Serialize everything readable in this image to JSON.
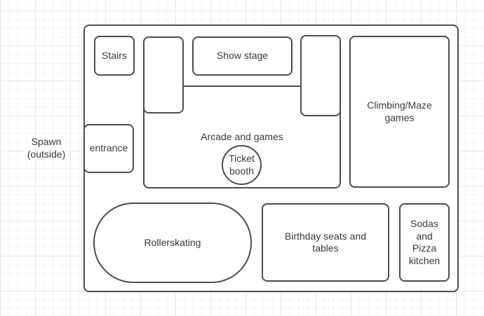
{
  "colors": {
    "stroke": "#4d4d4d",
    "text": "#3a3a3a",
    "shape_fill": "#ffffff",
    "grid_minor": "#f4f4f4",
    "grid_major": "#e9e9e9",
    "background": "#ffffff"
  },
  "outside": {
    "spawn_label": "Spawn\n(outside)"
  },
  "rooms": {
    "stairs": "Stairs",
    "show_stage": "Show stage",
    "climbing_maze": "Climbing/Maze\ngames",
    "entrance": "entrance",
    "arcade": "Arcade and games",
    "ticket_booth": "Ticket\nbooth",
    "rollerskating": "Rollerskating",
    "birthday": "Birthday seats and\ntables",
    "sodas_pizza": "Sodas\nand\nPizza\nkitchen"
  }
}
